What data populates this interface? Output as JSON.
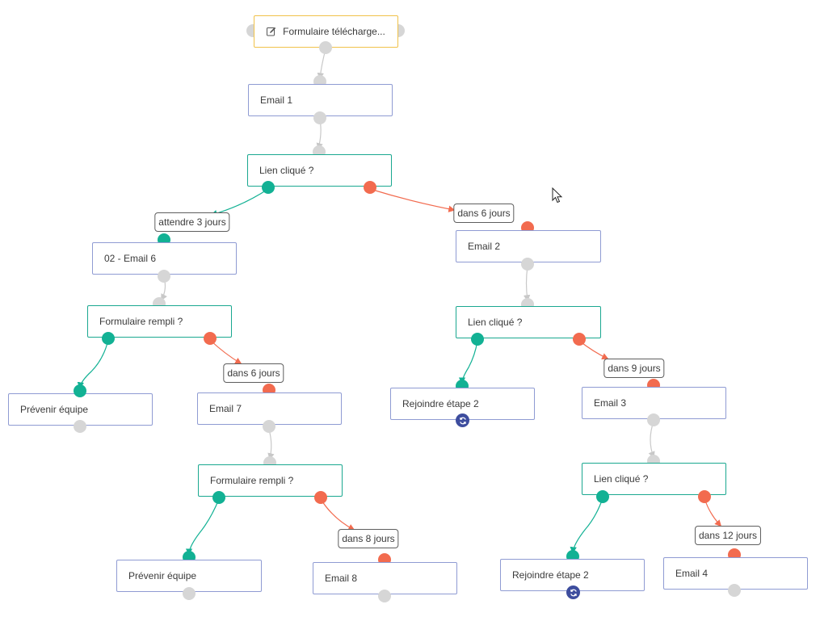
{
  "trigger": {
    "label": "Formulaire télécharge...",
    "icon": "edit-icon"
  },
  "nodes": {
    "email1": "Email 1",
    "lien1": "Lien cliqué ?",
    "email6": "02 - Email 6",
    "email2": "Email 2",
    "form1": "Formulaire rempli ?",
    "lien2": "Lien cliqué ?",
    "prevenir1": "Prévenir équipe",
    "email7": "Email 7",
    "rejoindre1": "Rejoindre étape 2",
    "email3": "Email 3",
    "form2": "Formulaire rempli ?",
    "lien3": "Lien cliqué ?",
    "prevenir2": "Prévenir équipe",
    "email8": "Email 8",
    "rejoindre2": "Rejoindre étape 2",
    "email4": "Email 4"
  },
  "delays": {
    "d_email6": "attendre 3 jours",
    "d_email2": "dans 6 jours",
    "d_email7": "dans 6 jours",
    "d_email3": "dans 9 jours",
    "d_email8": "dans 8 jours",
    "d_email4": "dans 12 jours"
  },
  "colors": {
    "yes": "#12b194",
    "no": "#f26b4f",
    "neutral": "#d6d6d6",
    "action_border": "#8f9bd3",
    "decision_border": "#1aa890",
    "trigger_border": "#f0c24a",
    "loop_badge": "#3d4d9e"
  }
}
